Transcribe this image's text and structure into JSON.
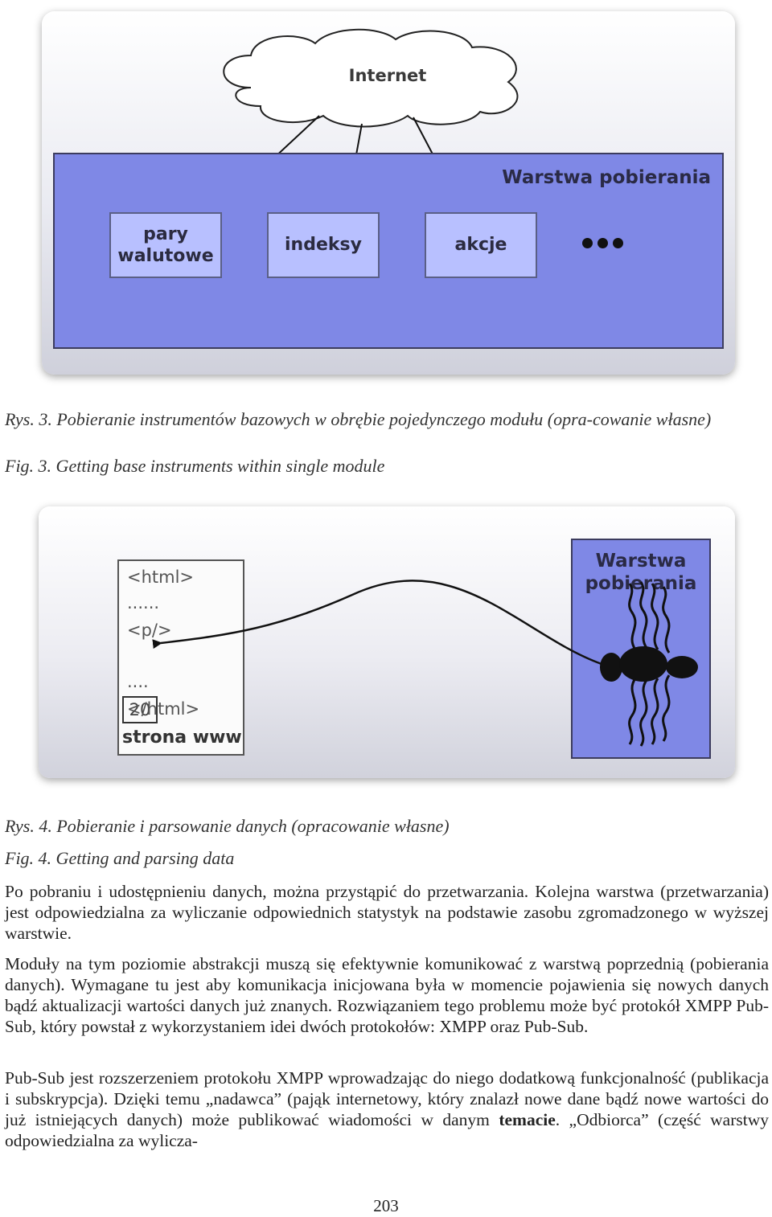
{
  "figure3": {
    "cloud_label": "Internet",
    "layer_label": "Warstwa pobierania",
    "sources": [
      "pary\nwalutowe",
      "indeksy",
      "akcje"
    ],
    "more_icon": "ellipsis-dots-icon"
  },
  "caption3_pl": "Rys. 3. Pobieranie instrumentów bazowych w obrębie pojedynczego modułu (opra-cowanie własne)",
  "caption3_en": "Fig. 3. Getting base instruments within single module",
  "figure4": {
    "code_lines": [
      "<html>",
      "......",
      "<p/>",
      "....",
      "</html>"
    ],
    "highlight_value": "20",
    "page_label": "strona www",
    "layer_label_line1": "Warstwa",
    "layer_label_line2": "pobierania",
    "spider_icon": "spider-icon"
  },
  "caption4_pl": "Rys. 4. Pobieranie i parsowanie danych (opracowanie własne)",
  "caption4_en": "Fig. 4. Getting and parsing data",
  "paragraphs": {
    "p1": "Po pobraniu i udostępnieniu danych, można przystąpić do przetwarzania. Kolejna warstwa (przetwarzania) jest odpowiedzialna za wyliczanie odpowiednich statystyk na podstawie zasobu zgromadzonego w wyższej warstwie.",
    "p2": "Moduły na tym poziomie abstrakcji muszą się efektywnie komunikować z warstwą poprzednią (pobierania danych). Wymagane tu jest aby komunikacja inicjowana była w momencie pojawienia się nowych danych bądź aktualizacji wartości danych już znanych. Rozwiązaniem tego problemu może być protokół XMPP Pub-Sub, który powstał z wykorzystaniem idei dwóch protokołów: XMPP oraz Pub-Sub.",
    "p3_a": "Pub-Sub jest rozszerzeniem protokołu XMPP wprowadzając do niego dodatkową funkcjonalność (publikacja i subskrypcja). Dzięki temu „nadawca” (pająk internetowy, który znalazł nowe dane bądź nowe wartości do już istniejących danych) może publikować wiadomości w danym ",
    "p3_bold": "temacie",
    "p3_b": ". „Odbiorca” (część warstwy odpowiedzialna za wylicza-"
  },
  "page_number": "203"
}
